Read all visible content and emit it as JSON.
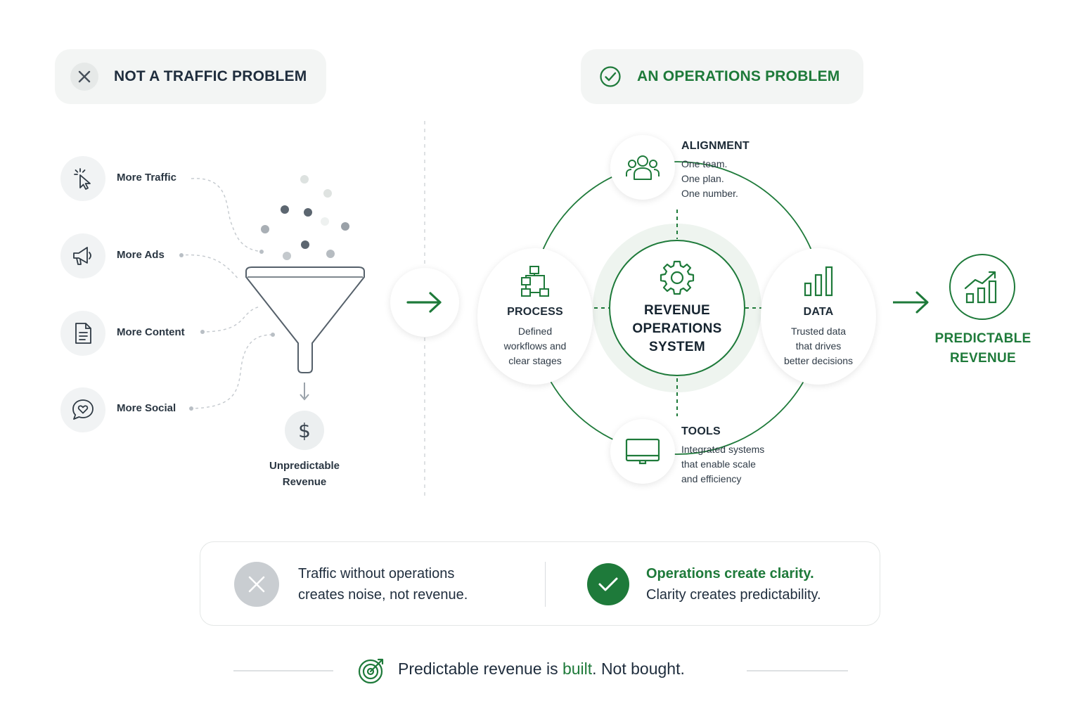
{
  "colors": {
    "green": "#1e7a3a",
    "dark": "#1f2d3d",
    "gray": "#6b7480",
    "light_bg": "#f3f5f4"
  },
  "left_header": {
    "icon": "close-icon",
    "label": "NOT A TRAFFIC PROBLEM"
  },
  "right_header": {
    "icon": "check-circle-icon",
    "label": "AN OPERATIONS PROBLEM"
  },
  "sources": [
    {
      "icon": "cursor-click-icon",
      "label": "More Traffic"
    },
    {
      "icon": "megaphone-icon",
      "label": "More Ads"
    },
    {
      "icon": "document-icon",
      "label": "More Content"
    },
    {
      "icon": "chat-heart-icon",
      "label": "More Social"
    }
  ],
  "funnel_output": {
    "icon": "dollar-icon",
    "lines": [
      "Unpredictable",
      "Revenue"
    ]
  },
  "system": {
    "core": {
      "icon": "gear-icon",
      "lines": [
        "REVENUE",
        "OPERATIONS",
        "SYSTEM"
      ]
    },
    "alignment": {
      "icon": "team-icon",
      "title": "ALIGNMENT",
      "lines": [
        "One team.",
        "One plan.",
        "One number."
      ]
    },
    "process": {
      "icon": "workflow-icon",
      "title": "PROCESS",
      "lines": [
        "Defined",
        "workflows and",
        "clear stages"
      ]
    },
    "data": {
      "icon": "bar-chart-icon",
      "title": "DATA",
      "lines": [
        "Trusted data",
        "that drives",
        "better decisions"
      ]
    },
    "tools": {
      "icon": "laptop-icon",
      "title": "TOOLS",
      "lines": [
        "Integrated systems",
        "that enable scale",
        "and efficiency"
      ]
    }
  },
  "outcome": {
    "icon": "growth-chart-icon",
    "lines": [
      "PREDICTABLE",
      "REVENUE"
    ]
  },
  "summary": {
    "left": {
      "icon": "close-icon",
      "lines": [
        "Traffic without operations",
        "creates noise, not revenue."
      ]
    },
    "right": {
      "icon": "check-icon",
      "lines": [
        "Operations create clarity.",
        "Clarity creates predictability."
      ]
    }
  },
  "footer": {
    "icon": "target-icon",
    "before": "Predictable revenue is ",
    "highlight": "built",
    "after": ". Not bought."
  }
}
